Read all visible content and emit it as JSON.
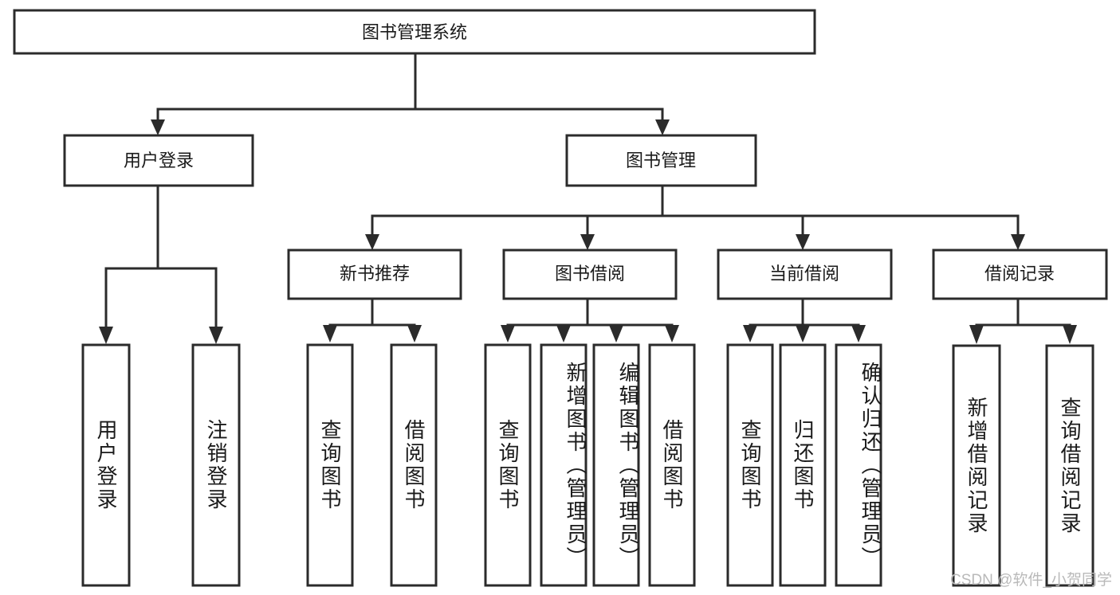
{
  "diagram": {
    "type": "tree",
    "title": "图书管理系统",
    "root": {
      "id": "root",
      "label": "图书管理系统"
    },
    "level2": [
      {
        "id": "user-login",
        "label": "用户登录"
      },
      {
        "id": "book-manage",
        "label": "图书管理"
      }
    ],
    "level3": [
      {
        "id": "new-book-rec",
        "label": "新书推荐",
        "parent": "book-manage"
      },
      {
        "id": "book-borrow",
        "label": "图书借阅",
        "parent": "book-manage"
      },
      {
        "id": "current-borrow",
        "label": "当前借阅",
        "parent": "book-manage"
      },
      {
        "id": "borrow-record",
        "label": "借阅记录",
        "parent": "book-manage"
      }
    ],
    "leaves": [
      {
        "id": "leaf-user-login",
        "label": "用户登录",
        "parent": "user-login"
      },
      {
        "id": "leaf-user-logout",
        "label": "注销登录",
        "parent": "user-login"
      },
      {
        "id": "leaf-rec-query-book",
        "label": "查询图书",
        "parent": "new-book-rec"
      },
      {
        "id": "leaf-rec-borrow-book",
        "label": "借阅图书",
        "parent": "new-book-rec"
      },
      {
        "id": "leaf-bor-query-book",
        "label": "查询图书",
        "parent": "book-borrow"
      },
      {
        "id": "leaf-bor-add-book",
        "label": "新增图书（管理员）",
        "parent": "book-borrow"
      },
      {
        "id": "leaf-bor-edit-book",
        "label": "编辑图书（管理员）",
        "parent": "book-borrow"
      },
      {
        "id": "leaf-bor-borrow-book",
        "label": "借阅图书",
        "parent": "book-borrow"
      },
      {
        "id": "leaf-cur-query-book",
        "label": "查询图书",
        "parent": "current-borrow"
      },
      {
        "id": "leaf-cur-return-book",
        "label": "归还图书",
        "parent": "current-borrow"
      },
      {
        "id": "leaf-cur-confirm-return",
        "label": "确认归还（管理员）",
        "parent": "current-borrow"
      },
      {
        "id": "leaf-rec-add-record",
        "label": "新增借阅记录",
        "parent": "borrow-record"
      },
      {
        "id": "leaf-rec-query-record",
        "label": "查询借阅记录",
        "parent": "borrow-record"
      }
    ],
    "colors": {
      "stroke": "#2b2b2b",
      "fill": "#ffffff",
      "text": "#1a1a1a",
      "watermark": "#b9b9b9"
    }
  },
  "watermark": {
    "text": "CSDN @软件_小贺同学"
  }
}
